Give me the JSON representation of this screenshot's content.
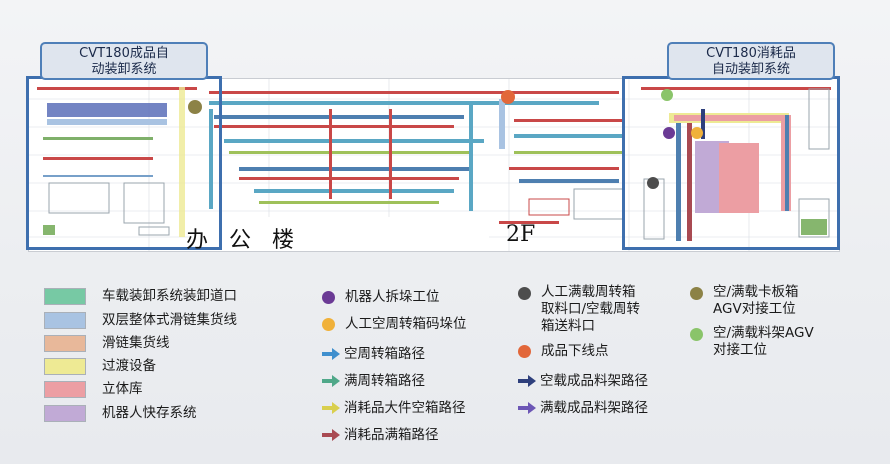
{
  "callouts": {
    "left_zone_label": "CVT180成品自\n动装卸系统",
    "right_zone_label": "CVT180消耗品\n自动装卸系统"
  },
  "floor_labels": {
    "office": "办 公 楼",
    "floor": "2F"
  },
  "legend": {
    "areas": [
      {
        "label": "车载装卸系统装卸道口",
        "color": "#77c9a4"
      },
      {
        "label": "双层整体式滑链集货线",
        "color": "#a9c3e2"
      },
      {
        "label": "滑链集货线",
        "color": "#e8b89a"
      },
      {
        "label": "过渡设备",
        "color": "#eeea94"
      },
      {
        "label": "立体库",
        "color": "#ec9ea3"
      },
      {
        "label": "机器人快存系统",
        "color": "#c1aad6"
      }
    ],
    "points": [
      {
        "label": "机器人拆垛工位",
        "color": "#6b3a95"
      },
      {
        "label": "人工空周转箱码垛位",
        "color": "#f0b13a"
      },
      {
        "label": "人工满载周转箱\n取料口/空载周转\n箱送料口",
        "color": "#4d4d4d"
      },
      {
        "label": "成品下线点",
        "color": "#e2673a"
      },
      {
        "label": "空/满载卡板箱\nAGV对接工位",
        "color": "#8c8246"
      },
      {
        "label": "空/满载料架AGV\n对接工位",
        "color": "#8ac46a"
      }
    ],
    "paths": [
      {
        "label": "空周转箱路径",
        "color": "#3f8fce"
      },
      {
        "label": "满周转箱路径",
        "color": "#4fa889"
      },
      {
        "label": "消耗品大件空箱路径",
        "color": "#d9cf4e"
      },
      {
        "label": "消耗品满箱路径",
        "color": "#a94a52"
      },
      {
        "label": "空载成品料架路径",
        "color": "#2e3f7c"
      },
      {
        "label": "满载成品料架路径",
        "color": "#6c56b5"
      }
    ]
  }
}
